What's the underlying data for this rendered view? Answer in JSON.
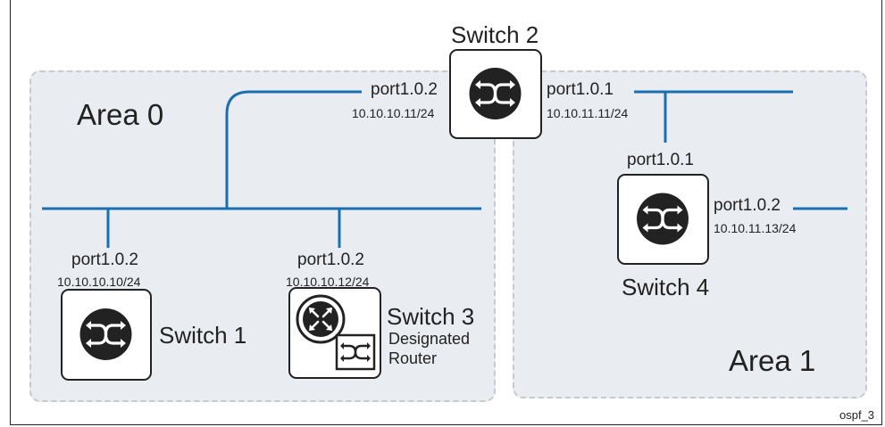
{
  "areas": {
    "area0": {
      "label": "Area 0"
    },
    "area1": {
      "label": "Area 1"
    }
  },
  "switches": {
    "switch1": {
      "name": "Switch 1",
      "port": "port1.0.2",
      "ip": "10.10.10.10/24"
    },
    "switch2": {
      "name": "Switch 2",
      "port_left": "port1.0.2",
      "ip_left": "10.10.10.11/24",
      "port_right": "port1.0.1",
      "ip_right": "10.10.11.11/24"
    },
    "switch3": {
      "name": "Switch 3",
      "port": "port1.0.2",
      "ip": "10.10.10.12/24",
      "role_line1": "Designated",
      "role_line2": "Router"
    },
    "switch4": {
      "name": "Switch 4",
      "port_top": "port1.0.1",
      "port_right": "port1.0.2",
      "ip_right": "10.10.11.13/24"
    }
  },
  "figure_tag": "ospf_3",
  "colors": {
    "link": "#1a6fae",
    "area_fill": "#e9ecf0",
    "area_border": "#c5cad1",
    "device_icon": "#222222"
  },
  "icons": {
    "switch": "switch-cross-arrows-icon",
    "router": "router-arrows-icon"
  }
}
